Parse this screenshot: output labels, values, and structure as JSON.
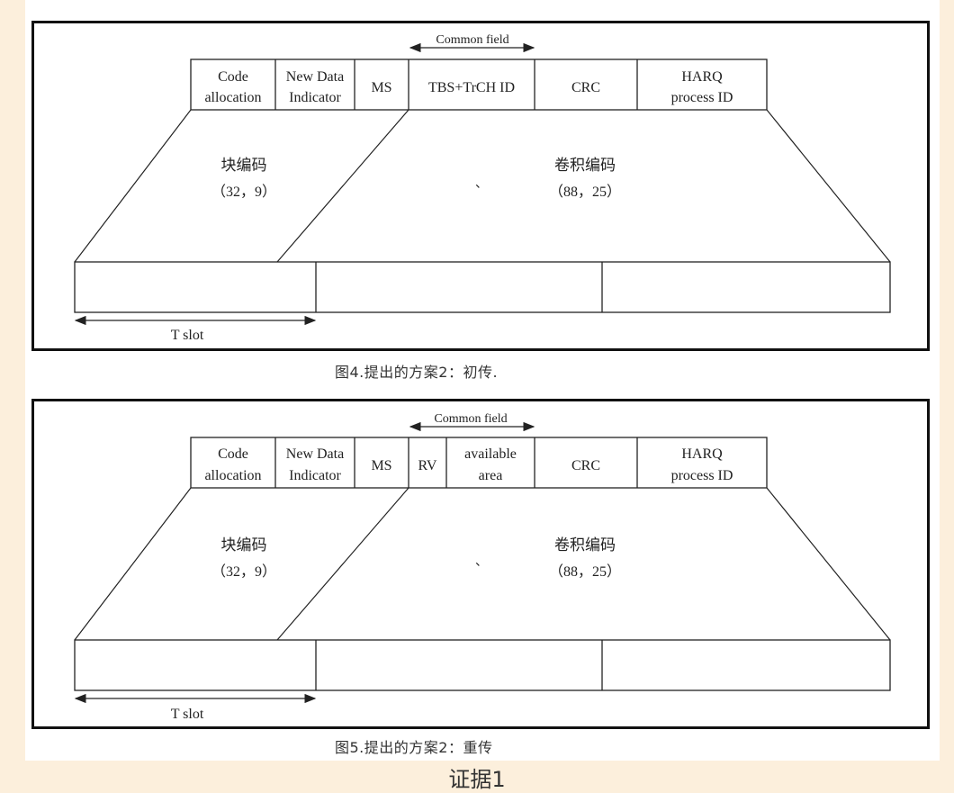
{
  "figure1": {
    "common_field": "Common field",
    "fields": [
      [
        "Code",
        "allocation"
      ],
      [
        "New Data",
        "Indicator"
      ],
      [
        "MS"
      ],
      [
        "TBS+TrCH  ID"
      ],
      [
        "CRC"
      ],
      [
        "HARQ",
        "process  ID"
      ]
    ],
    "block_code": {
      "name": "块编码",
      "params": "（32，9）"
    },
    "conv_code": {
      "name": "卷积编码",
      "params": "（88，25）",
      "mark": "、"
    },
    "slot_label": "T  slot",
    "caption": "图4.提出的方案2：初传."
  },
  "figure2": {
    "common_field": "Common field",
    "fields": [
      [
        "Code",
        "allocation"
      ],
      [
        "New Data",
        "Indicator"
      ],
      [
        "MS"
      ],
      [
        "RV"
      ],
      [
        "available",
        "area"
      ],
      [
        "CRC"
      ],
      [
        "HARQ",
        "process  ID"
      ]
    ],
    "block_code": {
      "name": "块编码",
      "params": "（32，9）"
    },
    "conv_code": {
      "name": "卷积编码",
      "params": "（88，25）",
      "mark": "、"
    },
    "slot_label": "T  slot",
    "caption": "图5.提出的方案2：重传"
  },
  "footer": "证据1"
}
